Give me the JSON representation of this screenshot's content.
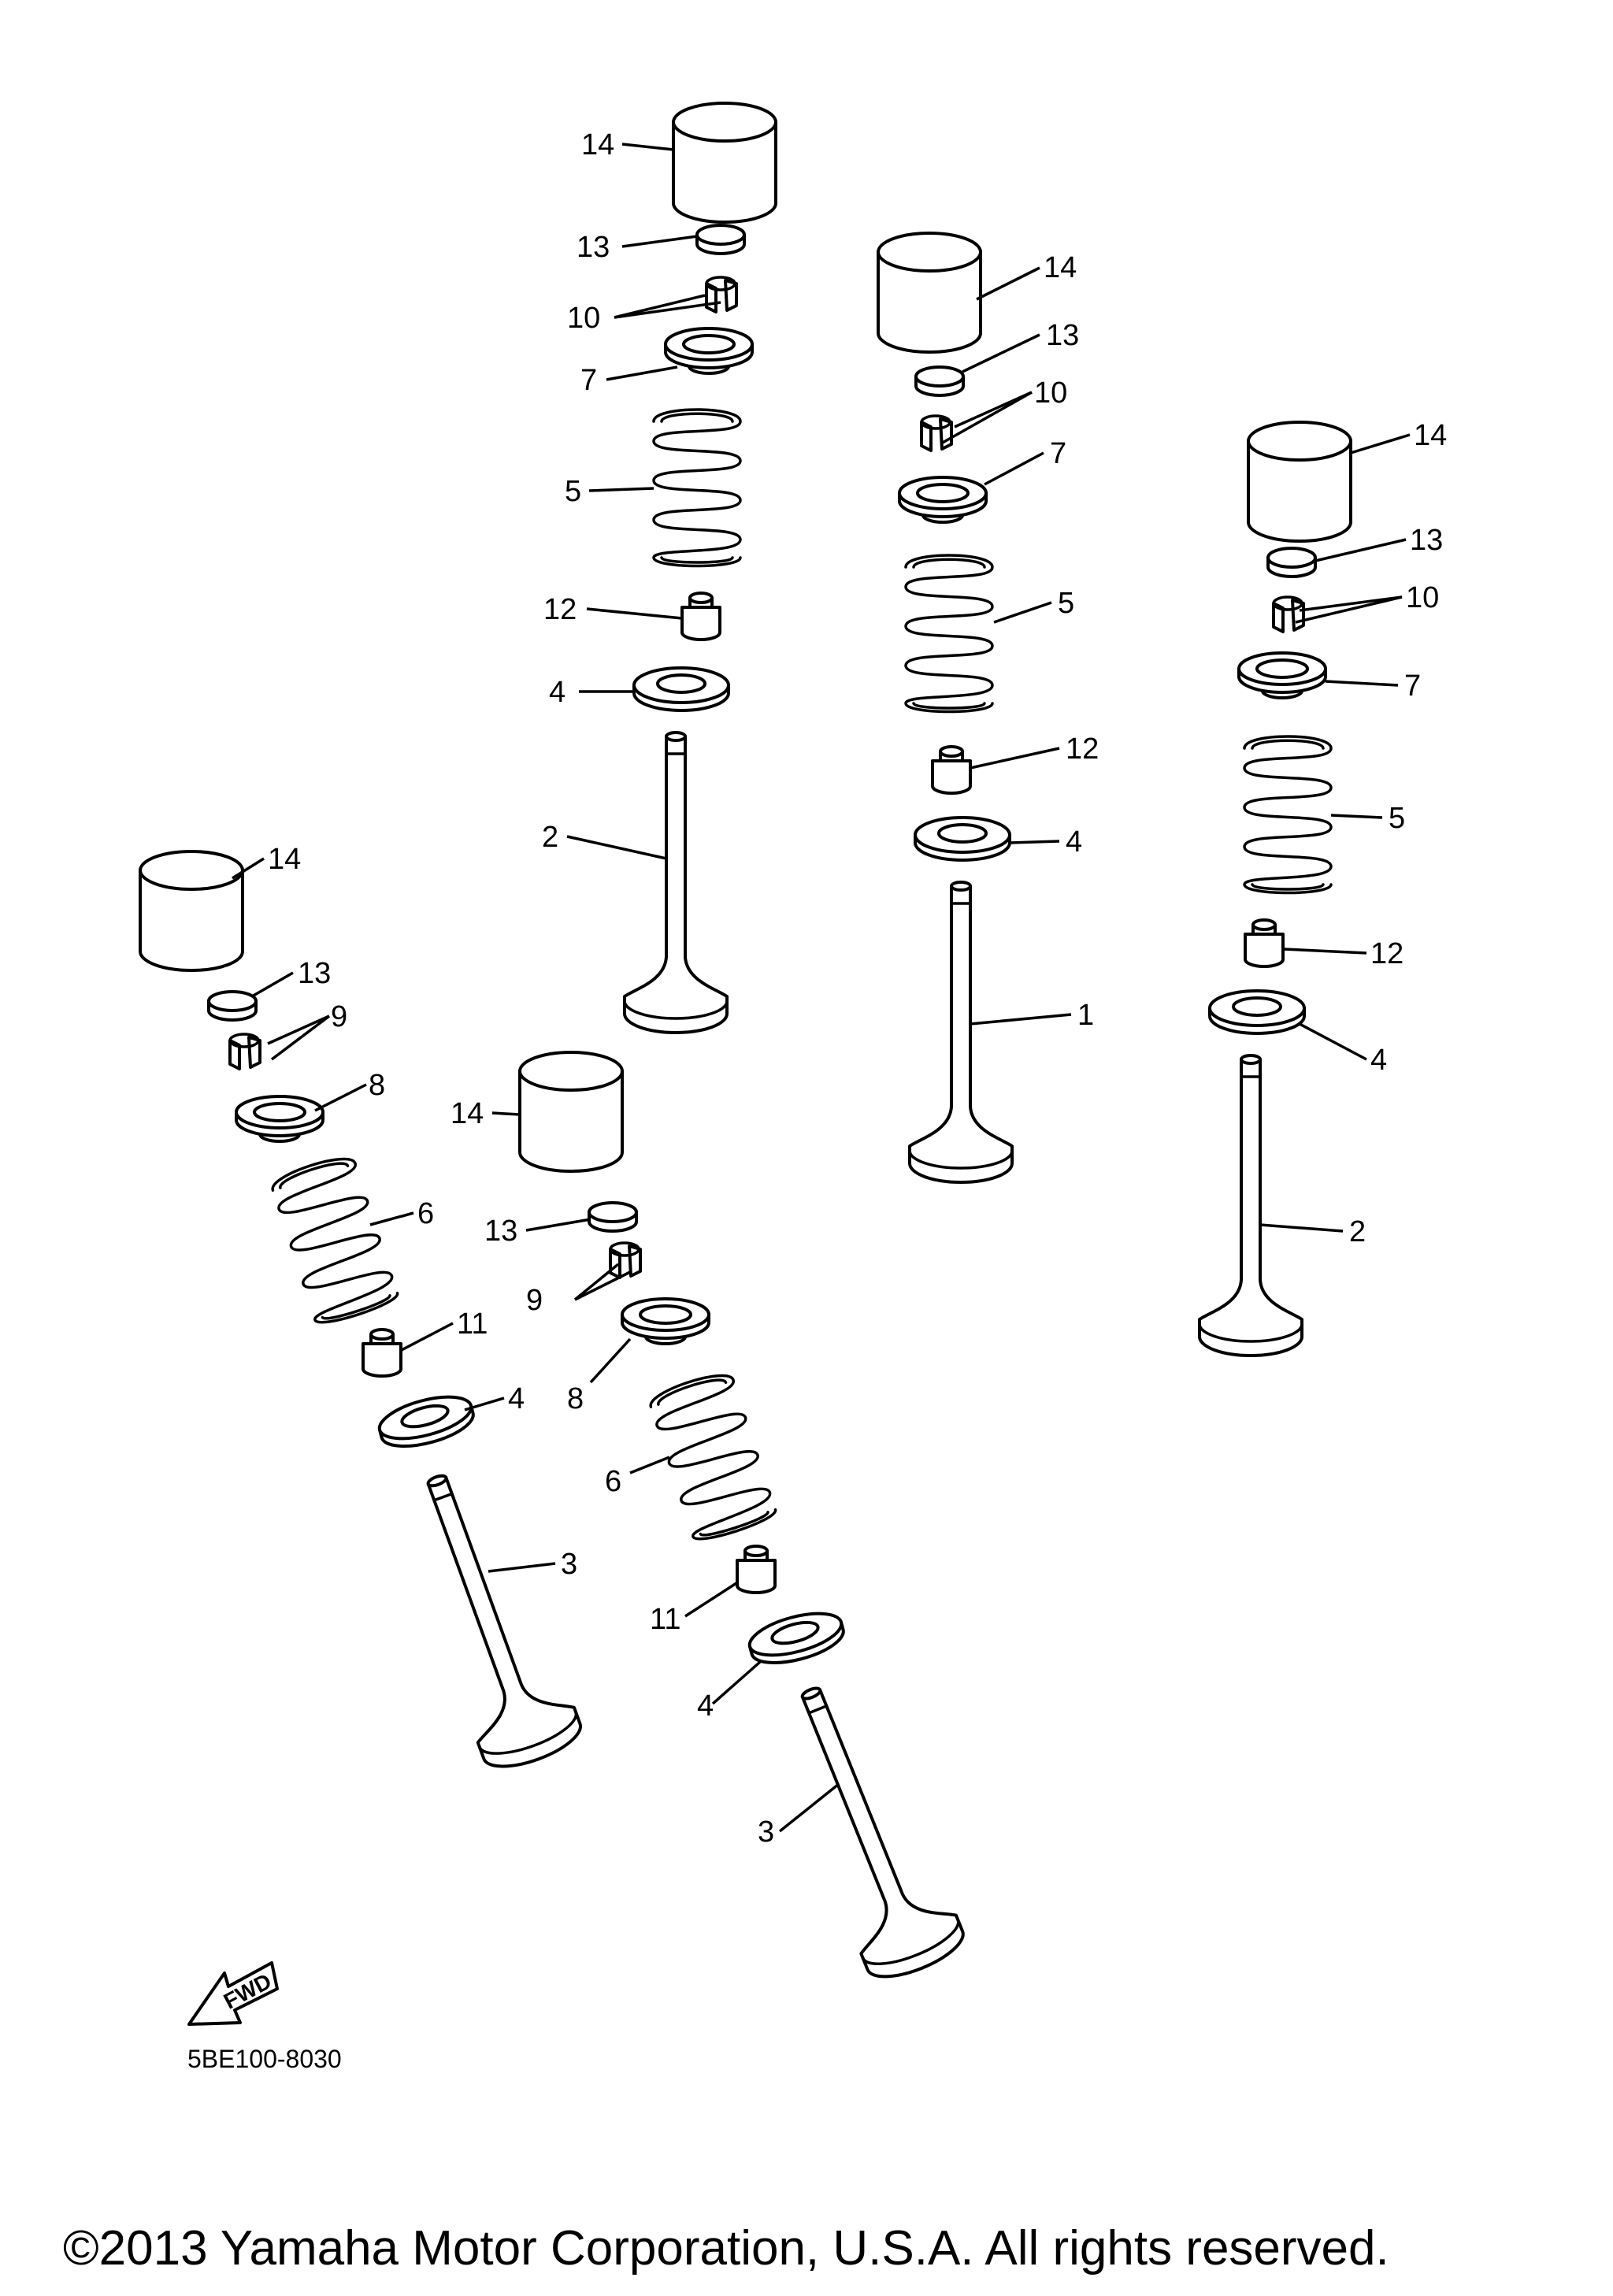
{
  "diagram_code": "5BE100-8030",
  "fwd_label": "FWD",
  "copyright": "©2013 Yamaha Motor Corporation, U.S.A. All rights reserved.",
  "callouts": [
    "1",
    "2",
    "3",
    "4",
    "5",
    "6",
    "7",
    "8",
    "9",
    "10",
    "11",
    "12",
    "13",
    "14"
  ],
  "assemblies": [
    {
      "name": "intake-valve-left",
      "parts": [
        "14",
        "13",
        "10",
        "7",
        "5",
        "12",
        "4",
        "2"
      ]
    },
    {
      "name": "intake-valve-center",
      "parts": [
        "14",
        "13",
        "10",
        "7",
        "5",
        "12",
        "4",
        "1"
      ]
    },
    {
      "name": "intake-valve-right",
      "parts": [
        "14",
        "13",
        "10",
        "7",
        "5",
        "12",
        "4",
        "2"
      ]
    },
    {
      "name": "exhaust-valve-left",
      "parts": [
        "14",
        "13",
        "9",
        "8",
        "6",
        "11",
        "4",
        "3"
      ]
    },
    {
      "name": "exhaust-valve-center",
      "parts": [
        "14",
        "13",
        "9",
        "8",
        "6",
        "11",
        "4",
        "3"
      ]
    }
  ]
}
